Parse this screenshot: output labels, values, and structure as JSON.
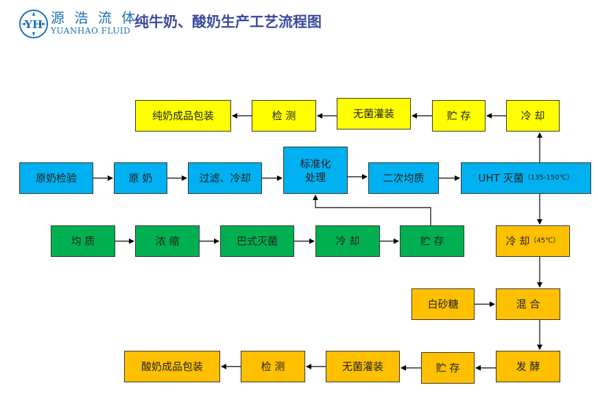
{
  "header": {
    "logo_text_cn": "源 浩 流 体",
    "logo_text_en": "YUANHAO FLUID",
    "logo_mark": "YH",
    "title": "纯牛奶、酸奶生产工艺流程图"
  },
  "colors": {
    "yellow": "#ffff00",
    "blue": "#00b0f0",
    "green": "#00b050",
    "orange": "#ffc000",
    "brand": "#1a6fb4",
    "title": "#3a4a9f"
  },
  "diagram": {
    "milk_row": {
      "package": "纯奶成品包装",
      "inspect": "检  测",
      "aseptic_fill": "无菌灌装",
      "storage": "贮  存",
      "cool": "冷  却"
    },
    "main_row": {
      "raw_inspect": "原奶检验",
      "raw_milk": "原  奶",
      "filter_cool": "过滤、冷却",
      "standardize": "标准化\n处理",
      "second_homogenize": "二次均质",
      "uht_main": "UHT 灭菌",
      "uht_temp": "（135-150℃）"
    },
    "green_row": {
      "homogenize": "均  质",
      "concentrate": "浓  缩",
      "pasteurize": "巴式灭菌",
      "cool": "冷  却",
      "storage": "贮  存"
    },
    "yogurt": {
      "cool_main": "冷  却",
      "cool_temp": "（45℃）",
      "sugar": "白砂糖",
      "mix": "混  合",
      "ferment": "发  酵",
      "storage": "贮  存",
      "aseptic_fill": "无菌灌装",
      "inspect": "检  测",
      "package": "酸奶成品包装"
    }
  }
}
